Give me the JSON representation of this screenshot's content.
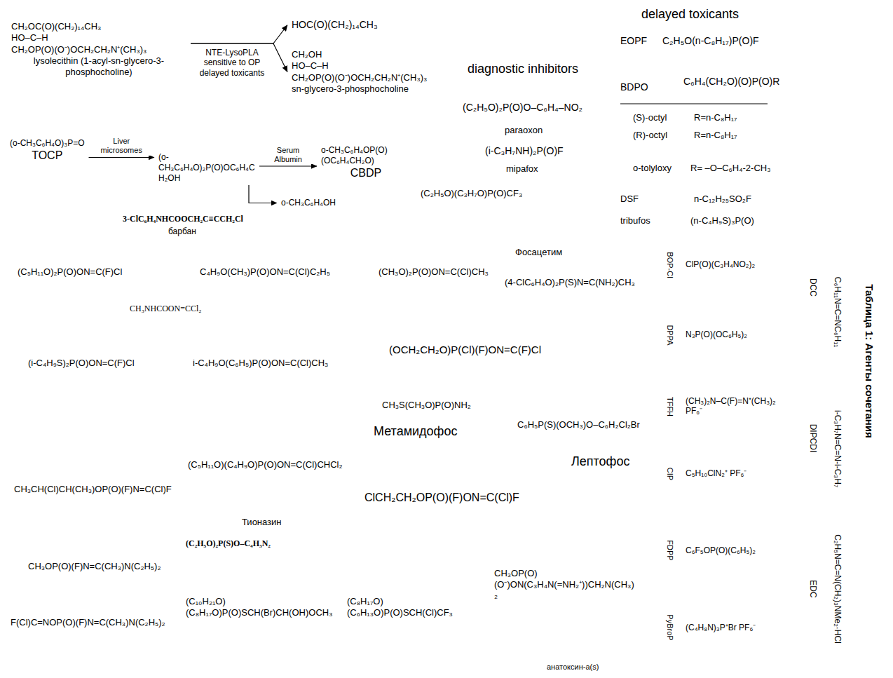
{
  "diagram": {
    "nodes": [
      {
        "text": [
          "CH₂OC(O)(CH₂)₁₄CH₃",
          "HO–C–H",
          "CH₂OP(O)(O⁻)OCH₂CH₂N⁺(CH₃)₃",
          "lysolecithin (1-acyl-sn-glycero-3-phosphocholine)"
        ]
      },
      {
        "text": [
          "HOC(O)(CH₂)₁₄CH₃"
        ]
      },
      {
        "text": [
          "CH₂OH",
          "HO–C–H",
          "CH₂OP(O)(O⁻)OCH₂CH₂N⁺(CH₃)₃",
          "sn-glycero-3-phosphocholine"
        ]
      },
      {
        "text": [
          "(o-CH₃C₆H₄O)₃P=O",
          "TOCP"
        ]
      },
      {
        "text": [
          "(o-CH₃C₆H₄O)₂P(O)OC₆H₄CH₂OH"
        ]
      },
      {
        "text": [
          "o-CH₃C₆H₄OP(O)(OC₆H₄CH₂O)",
          "CBDP"
        ]
      },
      {
        "text": [
          "o-CH₃C₆H₄OH"
        ]
      }
    ],
    "edges": [
      {
        "from": 0,
        "to": 1,
        "arrow": "to",
        "label": "NTE-LysoPLA sensitive to OP delayed toxicants"
      },
      {
        "from": 0,
        "to": 2,
        "arrow": "to"
      },
      {
        "from": 3,
        "to": 4,
        "arrow": "to",
        "label": "Liver microsomes"
      },
      {
        "from": 4,
        "to": 5,
        "arrow": "to",
        "label": "Serum Albumin"
      },
      {
        "from": 4,
        "to": 6,
        "arrow": "to"
      }
    ],
    "labels": [
      "delayed toxicants",
      "EOPF",
      "C₂H₅O(n-C₈H₁₇)P(O)F",
      "BDPO",
      "C₆H₄(CH₂O)(O)P(O)R",
      "(S)-octyl",
      "R=n-C₈H₁₇",
      "(R)-octyl",
      "R=n-C₈H₁₇",
      "o-tolyloxy",
      "R= –O–C₆H₄-2-CH₃",
      "DSF",
      "n-C₁₂H₂₅SO₂F",
      "tribufos",
      "(n-C₄H₉S)₃P(O)",
      "diagnostic inhibitors",
      "(C₂H₅O)₂P(O)O–C₆H₄–NO₂",
      "paraoxon",
      "(i-C₃H₇NH)₂P(O)F",
      "mipafox",
      "(C₂H₅O)(C₃H₇O)P(O)CF₃",
      "3-ClC₆H₄NHCOOCH₂C≡CCH₂Cl",
      "барбан",
      "(C₅H₁₁O)₂P(O)ON=C(F)Cl",
      "CH₃NHCOON=CCl₂",
      "C₄H₉O(CH₃)P(O)ON=C(Cl)C₂H₅",
      "(CH₃O)₂P(O)ON=C(Cl)CH₃",
      "Фосацетим",
      "(4-ClC₆H₄O)₂P(S)N=C(NH₂)CH₃",
      "(i-C₄H₉S)₂P(O)ON=C(F)Cl",
      "i-C₄H₉O(C₆H₅)P(O)ON=C(Cl)CH₃",
      "(OCH₂CH₂O)P(Cl)(F)ON=C(F)Cl",
      "CH₃S(CH₃O)P(O)NH₂",
      "Метамидофос",
      "C₆H₅P(S)(OCH₃)O–C₆H₂Cl₂Br",
      "Лептофос",
      "(C₅H₁₁O)(C₄H₉O)P(O)ON=C(Cl)CHCl₂",
      "CH₃CH(Cl)CH(CH₃)OP(O)(F)N=C(Cl)F",
      "ClCH₂CH₂OP(O)(F)ON=C(Cl)F",
      "Тионазин",
      "(C₂H₅O)₂P(S)O–C₄H₃N₂",
      "CH₃OP(O)(F)N=C(CH₃)N(C₂H₅)₂",
      "F(Cl)C=NOP(O)(F)N=C(CH₃)N(C₂H₅)₂",
      "(C₁₀H₂₁O)(C₈H₁₇O)P(O)SCH(Br)CH(OH)OCH₃",
      "(C₈H₁₇O)(C₆H₁₃O)P(O)SCH(Cl)CF₃",
      "CH₃OP(O)(O⁻)ON(C₃H₄N(=NH₂⁺))CH₂N(CH₃)₂",
      "анатоксин-a(s)",
      "Таблица 1: Агенты сочетания",
      "BOP-Cl",
      "ClP(O)(C₃H₄NO₂)₂",
      "DPPA",
      "N₃P(O)(OC₆H₅)₂",
      "TFFH",
      "(CH₃)₂N–C(F)=N⁺(CH₃)₂ PF₆⁻",
      "CIP",
      "C₅H₁₀ClN₂⁺ PF₆⁻",
      "FDPP",
      "C₆F₅OP(O)(C₆H₅)₂",
      "PyBroP",
      "(C₄H₈N)₃P⁺Br PF₆⁻",
      "DCC",
      "C₆H₁₁N=C=NC₆H₁₁",
      "DIPCDI",
      "i-C₃H₇N=C=N-i-C₃H₇",
      "EDC",
      "C₂H₅N=C=N(CH₂)₃NMe₂·HCl"
    ]
  }
}
